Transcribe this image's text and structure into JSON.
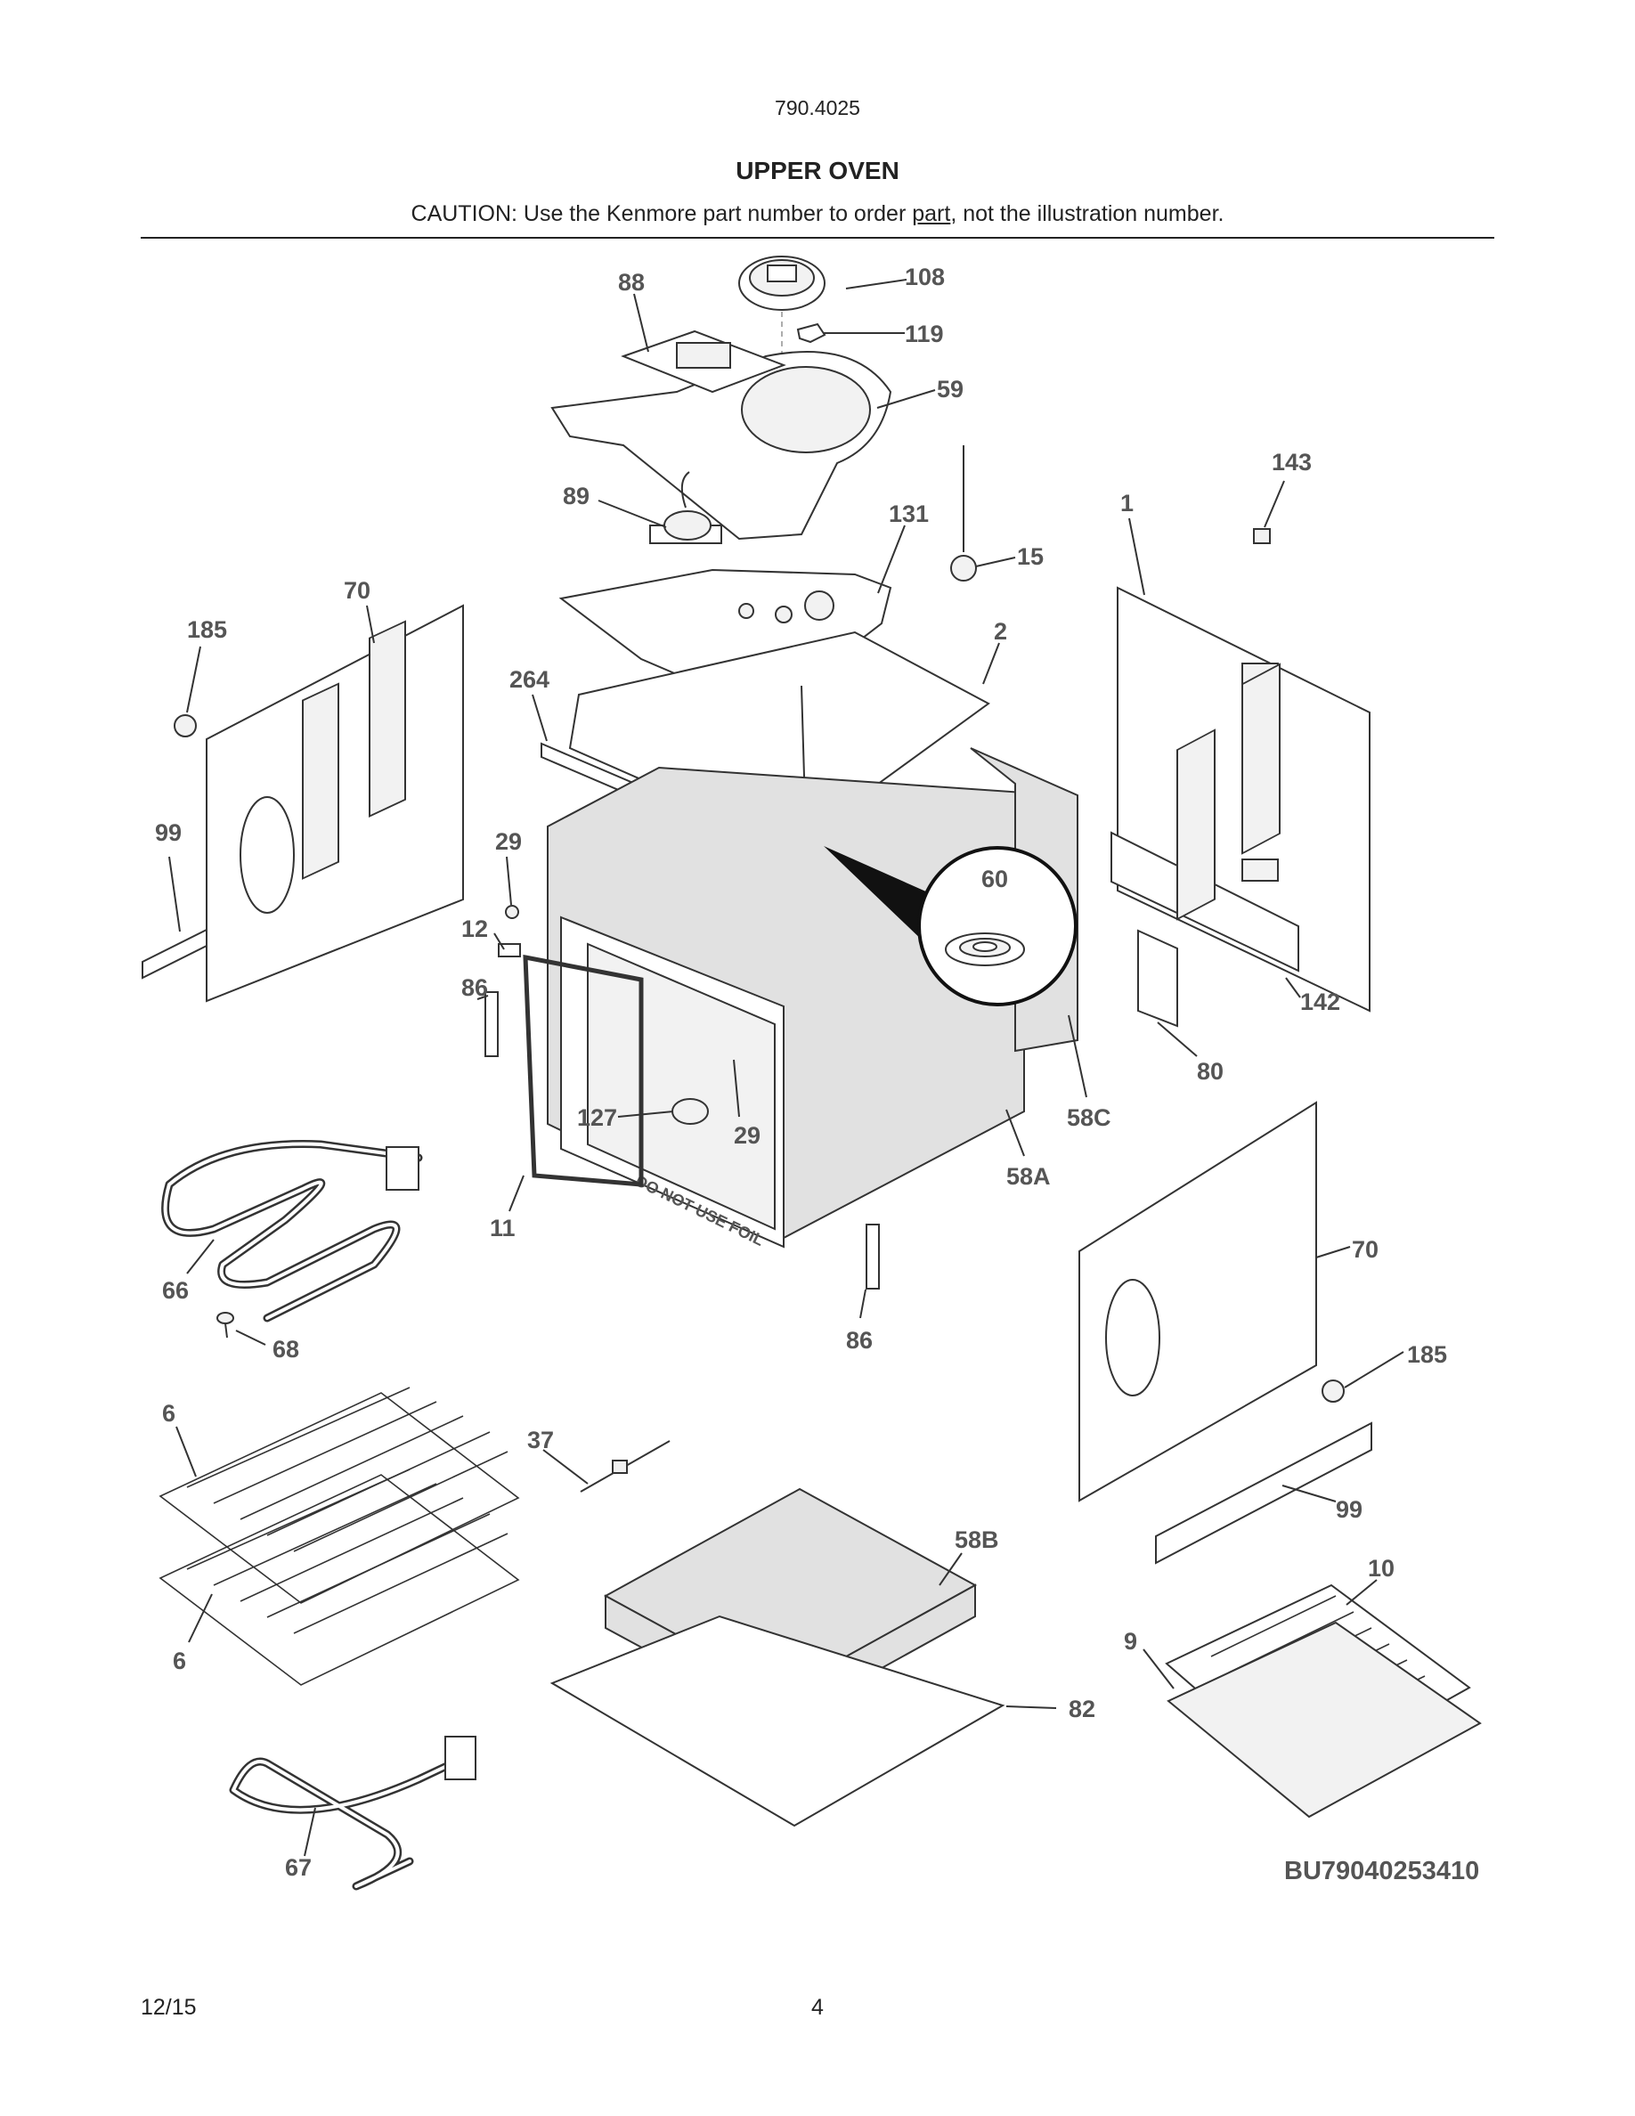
{
  "header": {
    "model": "790.4025",
    "title": "UPPER OVEN",
    "caution_prefix": "CAUTION: Use the Kenmore part number to order ",
    "caution_underlined": "part",
    "caution_suffix": ", not the illustration number."
  },
  "callouts": {
    "c88": "88",
    "c108": "108",
    "c119": "119",
    "c59": "59",
    "c143": "143",
    "c89": "89",
    "c131": "131",
    "c1": "1",
    "c15": "15",
    "c70a": "70",
    "c185a": "185",
    "c2": "2",
    "c264": "264",
    "c99a": "99",
    "c29a": "29",
    "c60": "60",
    "c12": "12",
    "c86a": "86",
    "c142": "142",
    "c80": "80",
    "c127": "127",
    "c29b": "29",
    "c58C": "58C",
    "c58A": "58A",
    "c11": "11",
    "c66": "66",
    "c70b": "70",
    "c68": "68",
    "c86b": "86",
    "c185b": "185",
    "c6a": "6",
    "c37": "37",
    "c99b": "99",
    "c58B": "58B",
    "c10": "10",
    "c9": "9",
    "c6b": "6",
    "c82": "82",
    "c67": "67"
  },
  "diagram_code": "BU79040253410",
  "oven_floor_text": "DO NOT USE FOIL",
  "footer": {
    "date": "12/15",
    "page": "4"
  }
}
